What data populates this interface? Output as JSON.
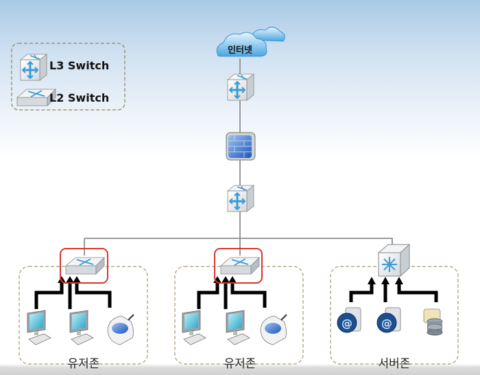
{
  "legend": {
    "items": [
      {
        "icon": "l3-switch-icon",
        "label": "L3 Switch"
      },
      {
        "icon": "l2-switch-icon",
        "label": "L2 Switch"
      }
    ]
  },
  "internet": {
    "label": "인터넷"
  },
  "zones": [
    {
      "label": "유저존",
      "devices": [
        "pc-icon",
        "pc-icon",
        "printer-icon"
      ]
    },
    {
      "label": "유저존",
      "devices": [
        "pc-icon",
        "pc-icon",
        "printer-icon"
      ]
    },
    {
      "label": "서버존",
      "devices": [
        "mail-server-icon",
        "mail-server-icon",
        "database-icon"
      ]
    }
  ],
  "colors": {
    "highlight": "#d9342b",
    "zone_border": "#b8ab8c",
    "link": "#999999",
    "arrow": "#000000",
    "switch_accent": "#3a9bd5"
  }
}
